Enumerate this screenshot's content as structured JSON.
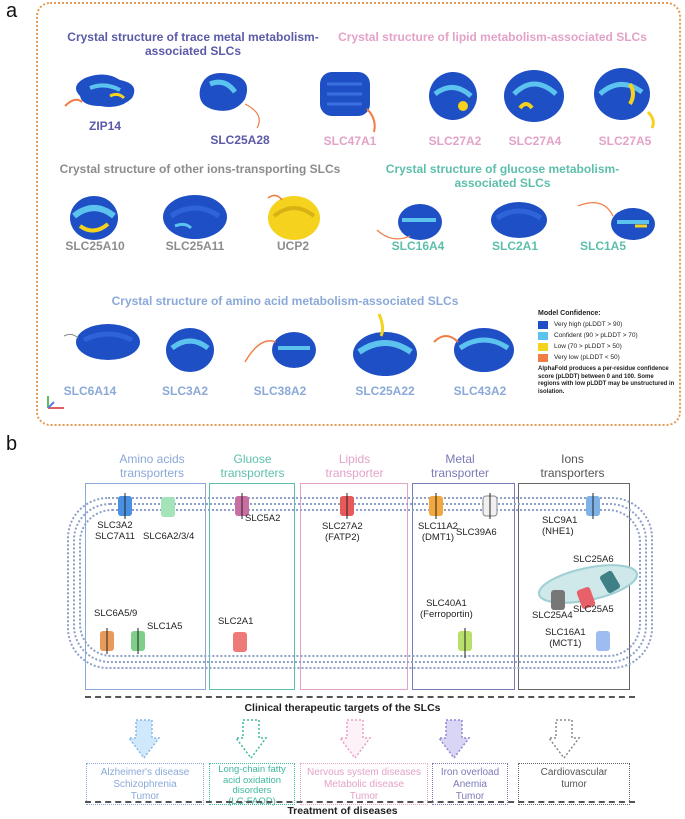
{
  "panel_a": {
    "label": "a",
    "sections": {
      "trace_metal": {
        "title": "Crystal structure of trace metal metabolism-associated SLCs",
        "color": "#5a5aa8"
      },
      "lipid": {
        "title": "Crystal structure of lipid metabolism-associated SLCs",
        "color": "#e3a2c8"
      },
      "ions": {
        "title": "Crystal structure of other ions-transporting SLCs",
        "color": "#8c8c8c"
      },
      "glucose": {
        "title": "Crystal structure of glucose metabolism-associated SLCs",
        "color": "#5dbfab"
      },
      "amino": {
        "title": "Crystal structure of amino acid  metabolism-associated SLCs",
        "color": "#8aa9d8"
      }
    },
    "proteins": {
      "zip14": "ZIP14",
      "slc25a28": "SLC25A28",
      "slc47a1": "SLC47A1",
      "slc27a2": "SLC27A2",
      "slc27a4": "SLC27A4",
      "slc27a5": "SLC27A5",
      "slc25a10": "SLC25A10",
      "slc25a11": "SLC25A11",
      "ucp2": "UCP2",
      "slc16a4": "SLC16A4",
      "slc2a1": "SLC2A1",
      "slc1a5": "SLC1A5",
      "slc6a14": "SLC6A14",
      "slc3a2": "SLC3A2",
      "slc38a2": "SLC38A2",
      "slc25a22": "SLC25A22",
      "slc43a2": "SLC43A2"
    },
    "legend": {
      "title": "Model Confidence:",
      "items": [
        {
          "label": "Very high (pLDDT > 90)",
          "color": "#1f4fc4"
        },
        {
          "label": "Confident (90 > pLDDT > 70)",
          "color": "#5cc3ef"
        },
        {
          "label": "Low (70 > pLDDT > 50)",
          "color": "#f4d21d"
        },
        {
          "label": "Very low (pLDDT < 50)",
          "color": "#ef7d45"
        }
      ],
      "note": "AlphaFold produces a per-residue confidence score (pLDDT) between 0 and 100. Some regions with low pLDDT may be unstructured in isolation."
    }
  },
  "panel_b": {
    "label": "b",
    "columns": {
      "amino": {
        "title": "Amino acids transporters",
        "color": "#8aa9d8"
      },
      "glucose": {
        "title": "Gluose transporters",
        "color": "#5dbfab"
      },
      "lipids": {
        "title": "Lipids transporter",
        "color": "#e3a2c8"
      },
      "metal": {
        "title": "Metal transporter",
        "color": "#7b7bb8"
      },
      "ions": {
        "title": "Ions transporters",
        "color": "#666666"
      }
    },
    "transporters": {
      "slc3a2": "SLC3A2\nSLC7A11",
      "slc6a2": "SLC6A2/3/4",
      "slc5a2": "SLC5A2",
      "slc27a2": "SLC27A2\n(FATP2)",
      "slc11a2": "SLC11A2\n(DMT1)",
      "slc39a6": "SLC39A6",
      "slc9a1": "SLC9A1\n(NHE1)",
      "slc25a6": "SLC25A6",
      "slc25a4": "SLC25A4",
      "slc25a5": "SLC25A5",
      "slc6a5": "SLC6A5/9",
      "slc1a5": "SLC1A5",
      "slc2a1": "SLC2A1",
      "slc40a1": "SLC40A1\n(Ferroportin)",
      "slc16a1": "SLC16A1\n(MCT1)"
    },
    "clinical_caption": "Clinical therapeutic targets of the SLCs",
    "diseases": {
      "amino": "Alzheimer's disease\nSchizophrenia\nTumor",
      "glucose": "Long-chain fatty\nacid oxidation\ndisorders\n(LC-FAOD)",
      "lipids": "Nervous system diseases\nMetabolic disease\nTumor",
      "metal": "Iron overload\nAnemia\nTumor",
      "ions": "Cardiovascular\ntumor"
    },
    "treatment_caption": "Treatment of diseases"
  }
}
